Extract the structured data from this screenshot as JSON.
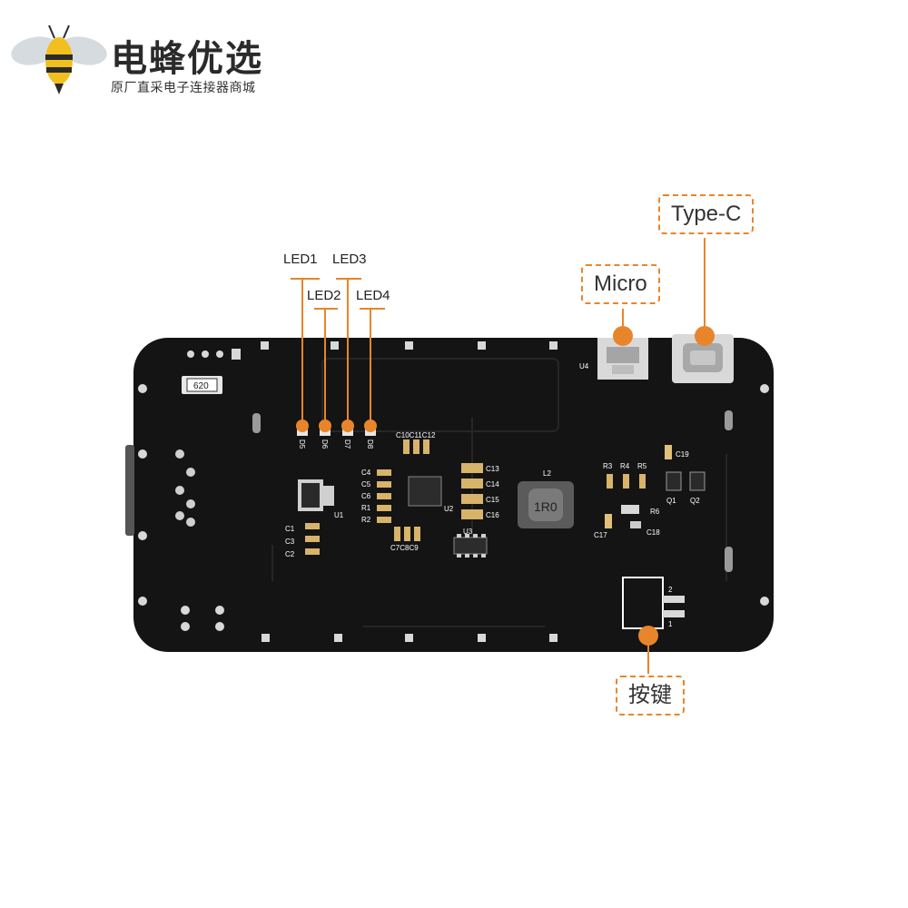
{
  "brand": {
    "name": "电蜂优选",
    "tagline": "原厂直采电子连接器商城",
    "logo_icon": "bee-icon"
  },
  "callouts": {
    "micro": "Micro",
    "type_c": "Type-C",
    "button": "按键"
  },
  "led_labels": [
    "LED1",
    "LED2",
    "LED3",
    "LED4"
  ],
  "silkscreen": {
    "resistor_620": "620",
    "d5": "D5",
    "d6": "D6",
    "d7": "D7",
    "d8": "D8",
    "u1": "U1",
    "u2": "U2",
    "u3": "U3",
    "u4": "U4",
    "l2": "L2",
    "inductor_value": "1R0",
    "q1": "Q1",
    "q2": "Q2",
    "r1": "R1",
    "r2": "R2",
    "r3": "R3",
    "r4": "R4",
    "r5": "R5",
    "r6": "R6",
    "c1": "C1",
    "c2": "C2",
    "c3": "C3",
    "c4": "C4",
    "c5": "C5",
    "c6": "C6",
    "c7c8c9": "C7C8C9",
    "c10c11c12": "C10C11C12",
    "c13": "C13",
    "c14": "C14",
    "c15": "C15",
    "c16": "C16",
    "c17": "C17",
    "c18": "C18",
    "c19": "C19",
    "btn_pin1": "1",
    "btn_pin2": "2"
  },
  "colors": {
    "accent": "#e8852b",
    "board": "#141414",
    "silkscreen": "#ffffff"
  }
}
